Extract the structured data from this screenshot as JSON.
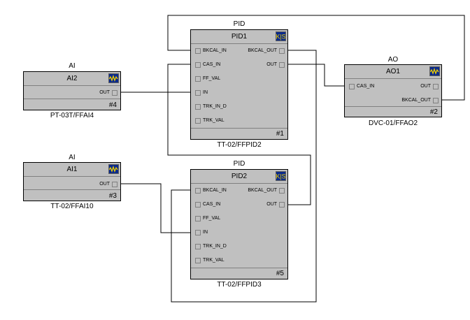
{
  "blocks": {
    "ai2": {
      "type": "AI",
      "name": "AI2",
      "number": "#4",
      "tag": "PT-03T/FFAI4",
      "outputs": [
        "OUT"
      ]
    },
    "ai1": {
      "type": "AI",
      "name": "AI1",
      "number": "#3",
      "tag": "TT-02/FFAI10",
      "outputs": [
        "OUT"
      ]
    },
    "pid1": {
      "type": "PID",
      "name": "PID1",
      "number": "#1",
      "tag": "TT-02/FFPID2",
      "inputs": [
        "BKCAL_IN",
        "CAS_IN",
        "FF_VAL",
        "IN",
        "TRK_IN_D",
        "TRK_VAL"
      ],
      "outputs": [
        "BKCAL_OUT",
        "OUT"
      ]
    },
    "pid2": {
      "type": "PID",
      "name": "PID2",
      "number": "#5",
      "tag": "TT-02/FFPID3",
      "inputs": [
        "BKCAL_IN",
        "CAS_IN",
        "FF_VAL",
        "IN",
        "TRK_IN_D",
        "TRK_VAL"
      ],
      "outputs": [
        "BKCAL_OUT",
        "OUT"
      ]
    },
    "ao1": {
      "type": "AO",
      "name": "AO1",
      "number": "#2",
      "tag": "DVC-01/FFAO2",
      "inputs": [
        "CAS_IN"
      ],
      "outputs": [
        "OUT",
        "BKCAL_OUT"
      ]
    }
  },
  "icons": {
    "trend": "trend-wave-icon",
    "pid": "pid-kis-icon",
    "icon_bg": "#0a2a8c",
    "icon_fg": "#f0d000"
  },
  "colors": {
    "block_fill": "#c0c0c0",
    "wire": "#000000",
    "background": "#ffffff"
  }
}
